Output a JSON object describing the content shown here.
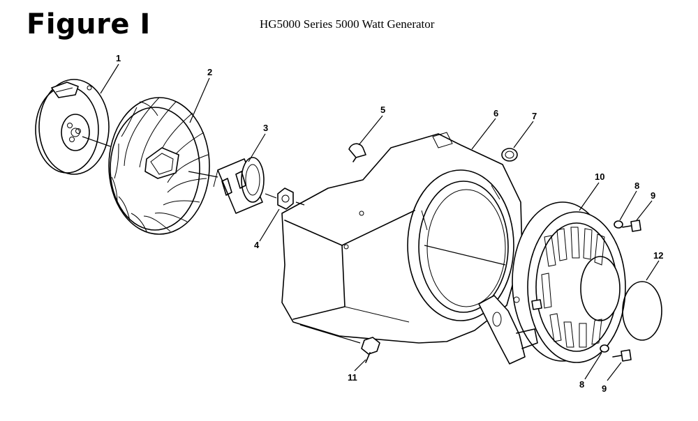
{
  "figure_label": "Figure I",
  "title": "HG5000 Series 5000 Watt Generator",
  "callouts": [
    {
      "id": "c1",
      "number": "1"
    },
    {
      "id": "c2",
      "number": "2"
    },
    {
      "id": "c3",
      "number": "3"
    },
    {
      "id": "c4",
      "number": "4"
    },
    {
      "id": "c5",
      "number": "5"
    },
    {
      "id": "c6",
      "number": "6"
    },
    {
      "id": "c7",
      "number": "7"
    },
    {
      "id": "c10",
      "number": "10"
    },
    {
      "id": "c8a",
      "number": "8"
    },
    {
      "id": "c9a",
      "number": "9"
    },
    {
      "id": "c12",
      "number": "12"
    },
    {
      "id": "c11",
      "number": "11"
    },
    {
      "id": "c8b",
      "number": "8"
    },
    {
      "id": "c9b",
      "number": "9"
    }
  ]
}
